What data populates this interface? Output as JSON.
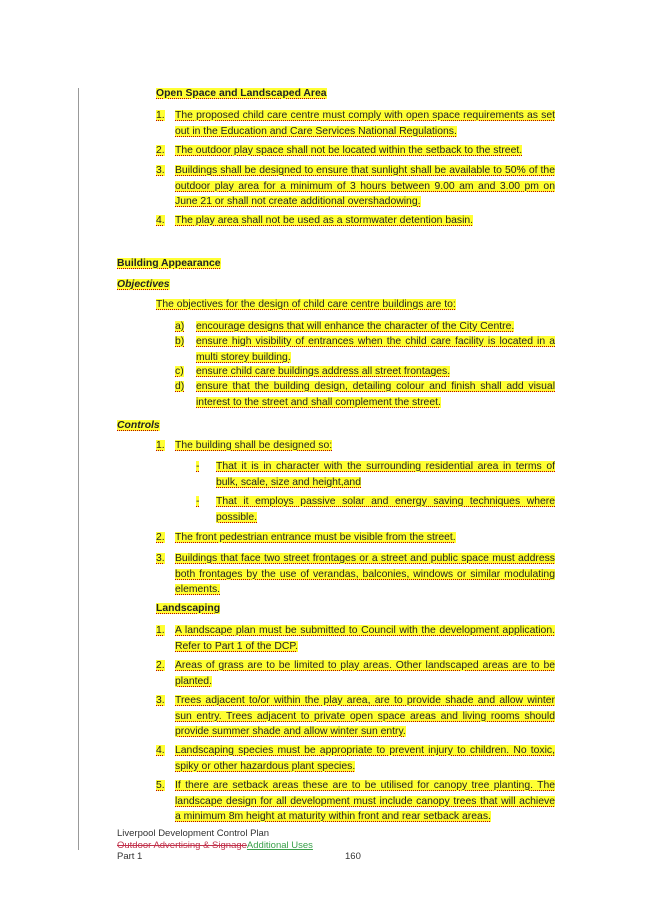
{
  "section1": {
    "heading": "Open Space and Landscaped Area",
    "items": [
      {
        "n": "1.",
        "text": "The proposed child care centre must comply with open space requirements as set out in the Education and Care Services National Regulations."
      },
      {
        "n": "2.",
        "text": "The outdoor play space shall not be located within the setback to the street."
      },
      {
        "n": "3.",
        "text": "Buildings shall be designed to ensure that sunlight shall be available to 50% of the outdoor play area for a minimum of 3 hours between 9.00 am and 3.00 pm on June 21 or shall not create additional overshadowing."
      },
      {
        "n": "4.",
        "text": "The play area shall not be used as a stormwater detention basin."
      }
    ]
  },
  "section2": {
    "heading": "Building Appearance",
    "objectives_heading": "Objectives",
    "intro": "The objectives for the design of child care centre buildings are to:",
    "objectives": [
      {
        "n": "a)",
        "text": "encourage designs that will enhance the character of the City Centre."
      },
      {
        "n": "b)",
        "text": "ensure high visibility of entrances when the child care facility is located in a multi storey building."
      },
      {
        "n": "c)",
        "text": "ensure child care buildings address all street frontages."
      },
      {
        "n": "d)",
        "text": "ensure that the building design, detailing colour and finish shall add visual interest to the street and shall complement the street."
      }
    ],
    "controls_heading": "Controls",
    "controls": [
      {
        "n": "1.",
        "text": "The building shall be designed so:"
      },
      {
        "n": "2.",
        "text": "The front pedestrian entrance must be visible from the street."
      },
      {
        "n": "3.",
        "text": "Buildings that face two street frontages or a street and public space must address both frontages by the use of verandas, balconies, windows or similar modulating elements."
      }
    ],
    "bullets": [
      {
        "n": "-",
        "text": "That it is in character with the surrounding residential area in terms of bulk, scale, size and height,and"
      },
      {
        "n": "-",
        "text": "That it employs passive solar and energy saving techniques where possible."
      }
    ]
  },
  "section3": {
    "heading": "Landscaping",
    "items": [
      {
        "n": "1.",
        "text": "A landscape plan must be submitted to Council with the development application. Refer to Part 1 of the DCP."
      },
      {
        "n": "2.",
        "text": "Areas of grass are to be limited to play areas.  Other landscaped areas are to be planted."
      },
      {
        "n": "3.",
        "text": "Trees adjacent to/or within the play area, are to provide shade and allow winter sun entry. Trees adjacent to private open space areas and living rooms should provide summer shade and allow winter sun entry."
      },
      {
        "n": "4.",
        "text": "Landscaping species must be appropriate to prevent injury to children.  No toxic, spiky or other hazardous plant species."
      },
      {
        "n": "5.",
        "text": "If there are setback areas these are to be utilised for canopy tree planting.  The landscape design for all development must include canopy trees that will achieve a minimum 8m height at maturity within front and rear setback areas."
      }
    ]
  },
  "footer": {
    "doc_title": "Liverpool Development Control Plan",
    "part": "Part 1",
    "page_number": "160",
    "section_struck": "Outdoor Advertising & Signage",
    "section_inserted": "Additional Uses"
  }
}
